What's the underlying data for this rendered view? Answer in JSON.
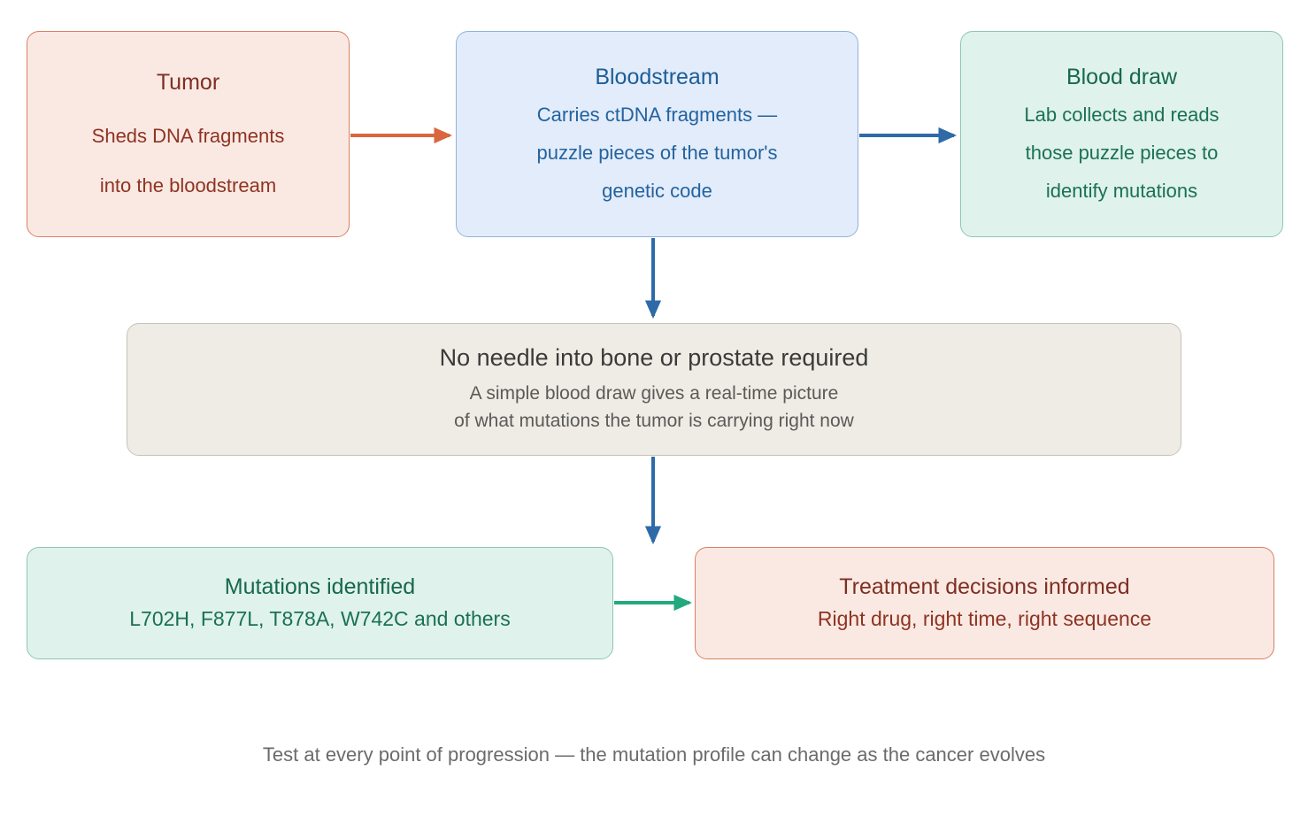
{
  "diagram": {
    "type": "flowchart",
    "footer": "Test at every point of progression — the mutation profile can change as the cancer evolves",
    "colors": {
      "pink_fill": "#fae9e3",
      "pink_border": "#d98060",
      "pink_text": "#8f3322",
      "blue_fill": "#e3ecfa",
      "blue_border": "#8fb4dd",
      "blue_text": "#23639f",
      "green_fill": "#e0f2ec",
      "green_border": "#8cc7b4",
      "green_text": "#197155",
      "grey_fill": "#efece5",
      "grey_border": "#c7c3ba",
      "grey_text": "#5a5a58",
      "arrow_orange": "#d9663f",
      "arrow_blue": "#2e6aa8",
      "arrow_green": "#22a97e"
    },
    "nodes": {
      "tumor": {
        "title": "Tumor",
        "lines": [
          "Sheds DNA fragments",
          "into the bloodstream"
        ]
      },
      "bloodstream": {
        "title": "Bloodstream",
        "lines": [
          "Carries ctDNA fragments —",
          "puzzle pieces of the tumor's",
          "genetic code"
        ]
      },
      "blood_draw": {
        "title": "Blood draw",
        "lines": [
          "Lab collects and reads",
          "those puzzle pieces to",
          "identify mutations"
        ]
      },
      "callout": {
        "title": "No needle into bone or prostate required",
        "lines": [
          "A simple blood draw gives a real-time picture",
          "of what mutations the tumor is carrying right now"
        ]
      },
      "mutations": {
        "title": "Mutations identified",
        "lines": [
          "L702H, F877L, T878A, W742C and others"
        ]
      },
      "treatment": {
        "title": "Treatment decisions informed",
        "lines": [
          "Right drug, right time, right sequence"
        ]
      }
    },
    "edges": [
      {
        "id": "tumor-to-bloodstream",
        "from": "tumor",
        "to": "bloodstream",
        "color": "#d9663f",
        "direction": "right"
      },
      {
        "id": "bloodstream-to-blooddraw",
        "from": "bloodstream",
        "to": "blood_draw",
        "color": "#2e6aa8",
        "direction": "right"
      },
      {
        "id": "bloodstream-to-callout",
        "from": "bloodstream",
        "to": "callout",
        "color": "#2e6aa8",
        "direction": "down"
      },
      {
        "id": "callout-to-mutations",
        "from": "callout",
        "to": "mutations",
        "color": "#2e6aa8",
        "direction": "down"
      },
      {
        "id": "mutations-to-treatment",
        "from": "mutations",
        "to": "treatment",
        "color": "#22a97e",
        "direction": "right"
      }
    ]
  }
}
